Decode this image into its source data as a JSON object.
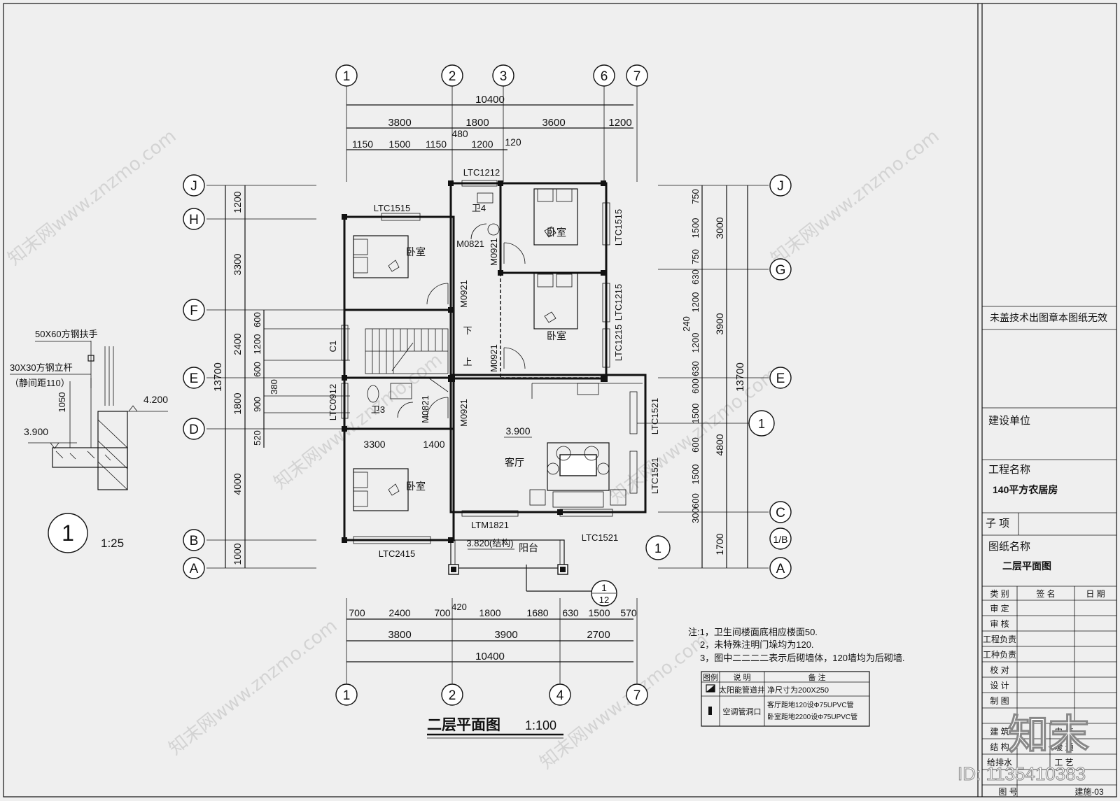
{
  "axis_labels_top": [
    "1",
    "2",
    "3",
    "6",
    "7"
  ],
  "axis_labels_bottom": [
    "1",
    "2",
    "4",
    "7"
  ],
  "axis_labels_left": [
    "J",
    "H",
    "F",
    "E",
    "D",
    "B",
    "A"
  ],
  "axis_labels_right": [
    "J",
    "G",
    "E",
    "C",
    "1/B",
    "A"
  ],
  "dims_top_total": "10400",
  "dims_top_row1": [
    "3800",
    "1800",
    "3600",
    "1200"
  ],
  "dims_top_row2": [
    "1150",
    "1500",
    "1150",
    "480",
    "1200",
    "120"
  ],
  "dims_bottom_row1": [
    "700",
    "2400",
    "700",
    "420",
    "1800",
    "1680",
    "630",
    "1500",
    "570"
  ],
  "dims_bottom_row2": [
    "3800",
    "3900",
    "2700"
  ],
  "dims_bottom_total": "10400",
  "dims_left_outer": [
    "1200",
    "3300",
    "2400",
    "1800",
    "4000",
    "1000"
  ],
  "dims_left_total": "13700",
  "dims_left_inner": [
    "600",
    "1200",
    "600",
    "900",
    "520",
    "380"
  ],
  "dims_right_inner": [
    "750",
    "1500",
    "750",
    "630",
    "1200",
    "240",
    "1200",
    "630",
    "600",
    "1500",
    "600",
    "1500",
    "600",
    "300"
  ],
  "dims_right_mid": [
    "3000",
    "3900",
    "4800",
    "1700"
  ],
  "dims_right_total": "13700",
  "window_labels": [
    "LTC1212",
    "LTC1515",
    "LTC1515",
    "LTC1215",
    "LTC1215",
    "LTC0912",
    "LTC1521",
    "LTC1521",
    "LTC1521",
    "LTC2415",
    "LTM1821",
    "C1"
  ],
  "door_labels": [
    "M0821",
    "M0921",
    "M0921",
    "M0921",
    "M0821",
    "M0921"
  ],
  "room_labels": [
    "卧室",
    "卧室",
    "卧室",
    "卧室",
    "客厅",
    "阳台",
    "卫4",
    "卫3",
    "下",
    "上"
  ],
  "levels": [
    "3.900",
    "3.820(结构)"
  ],
  "section_marks": [
    "1",
    "1",
    "1",
    "12"
  ],
  "detail": {
    "handrail": "50X60方钢扶手",
    "post": "30X30方钢立杆",
    "spacing": "（静间距110）",
    "height": "1050",
    "level_low": "3.900",
    "level_high": "4.200",
    "mark": "1",
    "scale": "1:25"
  },
  "drawing_title": "二层平面图",
  "drawing_scale": "1:100",
  "notes": [
    "注:1，卫生间楼面底相应楼面50.",
    "2，未特殊注明门垛均为120.",
    "3，图中二二二二表示后砌墙体，120墙均为后砌墙."
  ],
  "legend": {
    "headers": [
      "图例",
      "说 明",
      "备 注"
    ],
    "rows": [
      {
        "desc": "太阳能管道井",
        "note": "净尺寸为200X250"
      },
      {
        "desc": "空调管洞口",
        "note": "客厅距地120设Φ75UPVC管",
        "note2": "卧室距地2200设Φ75UPVC管"
      }
    ]
  },
  "title_block": {
    "stamp_note": "未盖技术出图章本图纸无效",
    "owner_label": "建设单位",
    "project_label": "工程名称",
    "project_name": "140平方农居房",
    "sub_label": "子 项",
    "drawing_label": "图纸名称",
    "drawing_name": "二层平面图",
    "sign_headers": [
      "类 别",
      "签 名",
      "日 期"
    ],
    "sign_rows": [
      "审 定",
      "审 核",
      "工程负责",
      "工种负责",
      "校 对",
      "设 计",
      "制 图"
    ],
    "disc_rows": [
      [
        "建 筑",
        "电 气"
      ],
      [
        "结 构",
        "暖 通"
      ],
      [
        "给排水",
        "工 艺"
      ]
    ],
    "number_label": "图 号",
    "number_value": "建施-03"
  },
  "watermark": "知末网www.znzmo.com",
  "brand": "知末",
  "id_text": "ID: 1135410383"
}
